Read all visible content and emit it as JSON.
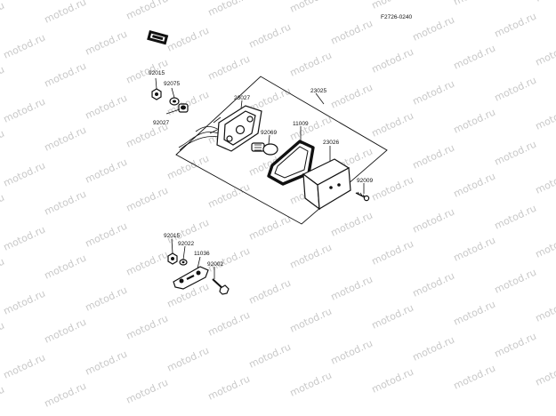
{
  "drawing_code": "F2726-0240",
  "watermark_text": "motod.ru",
  "labels": {
    "p92015_top": "92015",
    "p92075": "92075",
    "p92027": "92027",
    "p23027": "23027",
    "p23025": "23025",
    "p11009": "11009",
    "p92069": "92069",
    "p23026": "23026",
    "p92009": "92009",
    "p92015_bottom": "92015",
    "p92022": "92022",
    "p11036": "11036",
    "p92002": "92002"
  },
  "icons": {
    "direction_marker": "front-arrow-icon"
  },
  "colors": {
    "ink": "#111111",
    "paper": "#ffffff",
    "watermark": "#c8c8c8"
  }
}
